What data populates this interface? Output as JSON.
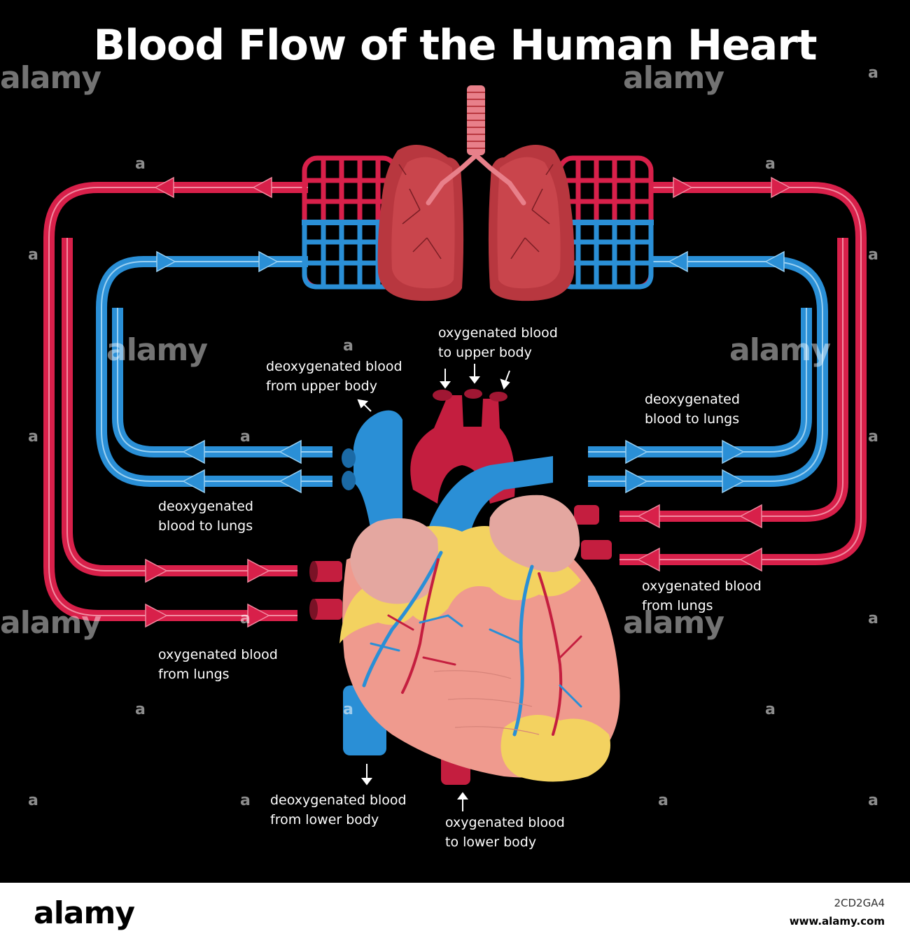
{
  "title": "Blood  Flow  of the Human Heart",
  "labels": {
    "deoxy_upper": [
      "deoxygenated blood",
      "from upper body"
    ],
    "oxy_upper": [
      "oxygenated blood",
      "to upper body"
    ],
    "deoxy_lungs_right": [
      "deoxygenated",
      "blood to lungs"
    ],
    "deoxy_lungs_left": [
      "deoxygenated",
      "blood to lungs"
    ],
    "oxy_from_lungs_right": [
      "oxygenated blood",
      "from lungs"
    ],
    "oxy_from_lungs_left": [
      "oxygenated blood",
      "from lungs"
    ],
    "deoxy_lower": [
      "deoxygenated blood",
      "from lower body"
    ],
    "oxy_lower": [
      "oxygenated blood",
      "to lower body"
    ]
  },
  "watermark": {
    "text": "alamy",
    "mark": "a"
  },
  "footer": {
    "logo": "alamy",
    "image_id": "2CD2GA4",
    "url": "www.alamy.com"
  },
  "colors": {
    "background": "#000000",
    "oxygenated": "#d8204a",
    "deoxygenated": "#2a8fd6",
    "heart_flesh": "#ef9a8e",
    "heart_fat": "#f3d260",
    "lung": "#b8373f",
    "text": "#ffffff"
  },
  "icons": [
    "lungs-illustration",
    "heart-illustration",
    "flow-arrow"
  ]
}
